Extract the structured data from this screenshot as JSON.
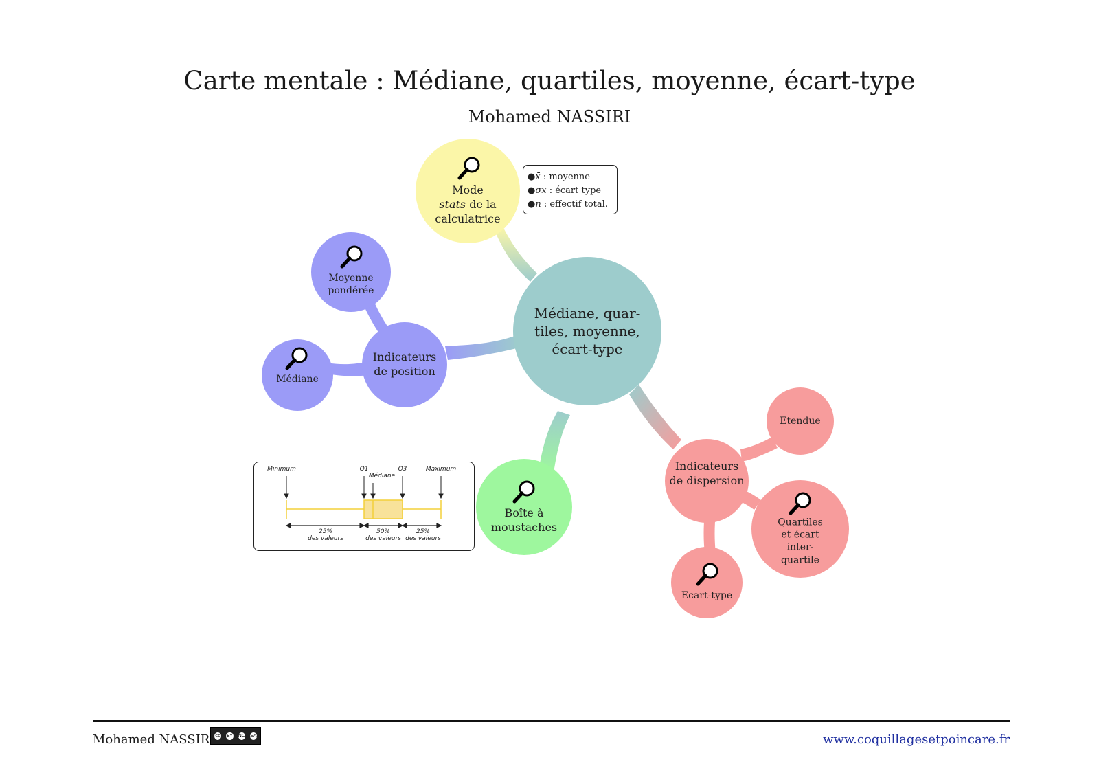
{
  "title": "Carte mentale : Médiane, quartiles, moyenne, écart-type",
  "author": "Mohamed NASSIRI",
  "colors": {
    "center": "#9dcccc",
    "calculator": "#fbf6a8",
    "position": "#9b9bf7",
    "boxplot": "#9ef79e",
    "dispersion": "#f79c9c",
    "boxplot_yellow": "#f3d03a",
    "url": "#1f2fa0"
  },
  "center": {
    "line1": "Médiane, quar-",
    "line2": "tiles, moyenne,",
    "line3": "écart-type"
  },
  "calculator": {
    "line1": "Mode",
    "line2_italic": "stats",
    "line2_rest": " de la",
    "line3": "calculatrice",
    "icon": "magnifier-icon"
  },
  "notation": {
    "items": [
      {
        "symbol": "x̄",
        "text": " : moyenne"
      },
      {
        "symbol": "σx",
        "text": " : écart type"
      },
      {
        "symbol": "n",
        "text": " : effectif total."
      }
    ]
  },
  "position": {
    "line1": "Indicateurs",
    "line2": "de position",
    "children": [
      {
        "line1": "Moyenne",
        "line2": "pondérée",
        "icon": "magnifier-icon"
      },
      {
        "line1": "Médiane",
        "line2": "",
        "icon": "magnifier-icon"
      }
    ]
  },
  "boxplot": {
    "line1": "Boîte à",
    "line2": "moustaches",
    "icon": "magnifier-icon"
  },
  "boxplot_figure": {
    "labels": {
      "minimum": "Minimum",
      "q1": "Q1",
      "mediane": "Médiane",
      "q3": "Q3",
      "maximum": "Maximum"
    },
    "spans": [
      {
        "pct": "25%",
        "text": "des valeurs"
      },
      {
        "pct": "50%",
        "text": "des valeurs"
      },
      {
        "pct": "25%",
        "text": "des valeurs"
      }
    ]
  },
  "dispersion": {
    "line1": "Indicateurs",
    "line2": "de dispersion",
    "children": [
      {
        "line1": "Etendue"
      },
      {
        "line1": "Quartiles",
        "line2": "et écart",
        "line3": "inter-",
        "line4": "quartile",
        "icon": "magnifier-icon"
      },
      {
        "line1": "Ecart-type",
        "icon": "magnifier-icon"
      }
    ]
  },
  "footer": {
    "author": "Mohamed NASSIRI",
    "license_icon": "cc-by-nc-sa-icon",
    "license_labels": [
      "BY",
      "NC",
      "SA"
    ],
    "url": "www.coquillagesetpoincare.fr"
  }
}
